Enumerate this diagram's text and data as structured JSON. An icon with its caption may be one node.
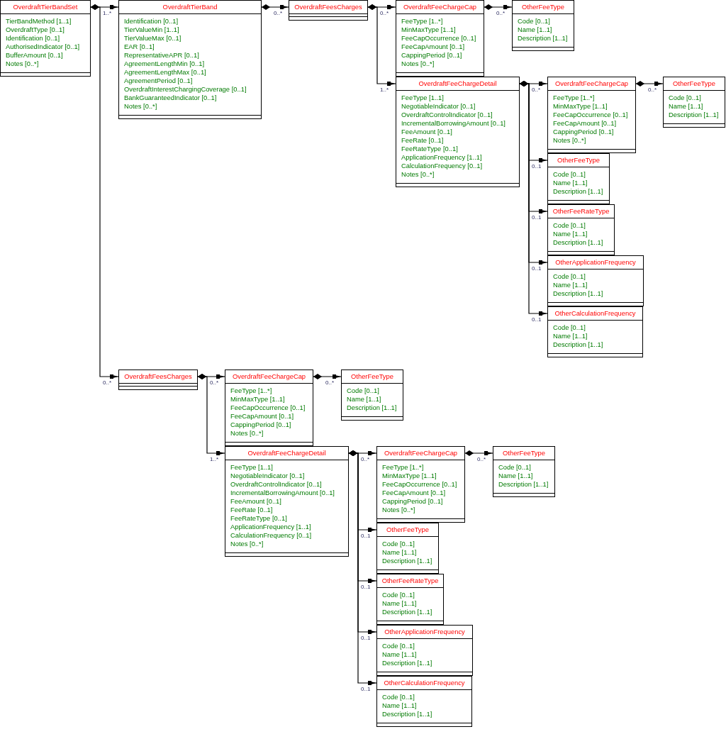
{
  "diagram": {
    "nodes": [
      {
        "text": [
          "OverdraftTierBandSet",
          "TierBandMethod [1..1]",
          "OverdraftType [0..1]",
          "Identification [0..1]",
          "AuthorisedIndicator [0..1]",
          "BufferAmount [0..1]",
          "Notes [0..*]"
        ]
      },
      {
        "text": [
          "OverdraftTierBand",
          "Identification [0..1]",
          "TierValueMin [1..1]",
          "TierValueMax [0..1]",
          "EAR [0..1]",
          "RepresentativeAPR [0..1]",
          "AgreementLengthMin [0..1]",
          "AgreementLengthMax [0..1]",
          "AgreementPeriod [0..1]",
          "OverdraftInterestChargingCoverage [0..1]",
          "BankGuaranteedIndicator [0..1]",
          "Notes [0..*]"
        ]
      },
      {
        "text": [
          "OverdraftFeesCharges"
        ]
      },
      {
        "text": [
          "OverdraftFeeChargeCap",
          "FeeType [1..*]",
          "MinMaxType [1..1]",
          "FeeCapOccurrence [0..1]",
          "FeeCapAmount [0..1]",
          "CappingPeriod [0..1]",
          "Notes [0..*]"
        ]
      },
      {
        "text": [
          "OtherFeeType",
          "Code [0..1]",
          "Name [1..1]",
          "Description [1..1]"
        ]
      },
      {
        "text": [
          "OverdraftFeeChargeDetail",
          "FeeType [1..1]",
          "NegotiableIndicator [0..1]",
          "OverdraftControlIndicator [0..1]",
          "IncrementalBorrowingAmount [0..1]",
          "FeeAmount [0..1]",
          "FeeRate [0..1]",
          "FeeRateType [0..1]",
          "ApplicationFrequency [1..1]",
          "CalculationFrequency [0..1]",
          "Notes [0..*]"
        ]
      },
      {
        "text": [
          "OverdraftFeeChargeCap",
          "FeeType [1..*]",
          "MinMaxType [1..1]",
          "FeeCapOccurrence [0..1]",
          "FeeCapAmount [0..1]",
          "CappingPeriod [0..1]",
          "Notes [0..*]"
        ]
      },
      {
        "text": [
          "OtherFeeType",
          "Code [0..1]",
          "Name [1..1]",
          "Description [1..1]"
        ]
      },
      {
        "text": [
          "OtherFeeType",
          "Code [0..1]",
          "Name [1..1]",
          "Description [1..1]"
        ]
      },
      {
        "text": [
          "OtherFeeRateType",
          "Code [0..1]",
          "Name [1..1]",
          "Description [1..1]"
        ]
      },
      {
        "text": [
          "OtherApplicationFrequency",
          "Code [0..1]",
          "Name [1..1]",
          "Description [1..1]"
        ]
      },
      {
        "text": [
          "OtherCalculationFrequency",
          "Code [0..1]",
          "Name [1..1]",
          "Description [1..1]"
        ]
      },
      {
        "text": [
          "OverdraftFeesCharges"
        ]
      },
      {
        "text": [
          "OverdraftFeeChargeCap",
          "FeeType [1..*]",
          "MinMaxType [1..1]",
          "FeeCapOccurrence [0..1]",
          "FeeCapAmount [0..1]",
          "CappingPeriod [0..1]",
          "Notes [0..*]"
        ]
      },
      {
        "text": [
          "OtherFeeType",
          "Code [0..1]",
          "Name [1..1]",
          "Description [1..1]"
        ]
      },
      {
        "text": [
          "OverdraftFeeChargeDetail",
          "FeeType [1..1]",
          "NegotiableIndicator [0..1]",
          "OverdraftControlIndicator [0..1]",
          "IncrementalBorrowingAmount [0..1]",
          "FeeAmount [0..1]",
          "FeeRate [0..1]",
          "FeeRateType [0..1]",
          "ApplicationFrequency [1..1]",
          "CalculationFrequency [0..1]",
          "Notes [0..*]"
        ]
      },
      {
        "text": [
          "OverdraftFeeChargeCap",
          "FeeType [1..*]",
          "MinMaxType [1..1]",
          "FeeCapOccurrence [0..1]",
          "FeeCapAmount [0..1]",
          "CappingPeriod [0..1]",
          "Notes [0..*]"
        ]
      },
      {
        "text": [
          "OtherFeeType",
          "Code [0..1]",
          "Name [1..1]",
          "Description [1..1]"
        ]
      },
      {
        "text": [
          "OtherFeeType",
          "Code [0..1]",
          "Name [1..1]",
          "Description [1..1]"
        ]
      },
      {
        "text": [
          "OtherFeeRateType",
          "Code [0..1]",
          "Name [1..1]",
          "Description [1..1]"
        ]
      },
      {
        "text": [
          "OtherApplicationFrequency",
          "Code [0..1]",
          "Name [1..1]",
          "Description [1..1]"
        ]
      },
      {
        "text": [
          "OtherCalculationFrequency",
          "Code [0..1]",
          "Name [1..1]",
          "Description [1..1]"
        ]
      }
    ],
    "edges": [
      {
        "from": 0,
        "to": 1,
        "arrow": "to",
        "label": "1..*"
      },
      {
        "from": 0,
        "to": 12,
        "arrow": "to",
        "label": "0..*"
      },
      {
        "from": 1,
        "to": 2,
        "arrow": "to",
        "label": "0..*"
      },
      {
        "from": 2,
        "to": 3,
        "arrow": "to",
        "label": "0..*"
      },
      {
        "from": 2,
        "to": 5,
        "arrow": "to",
        "label": "1..*"
      },
      {
        "from": 3,
        "to": 4,
        "arrow": "to",
        "label": "0..*"
      },
      {
        "from": 5,
        "to": 6,
        "arrow": "to",
        "label": "0..*"
      },
      {
        "from": 5,
        "to": 8,
        "arrow": "to",
        "label": "0..1"
      },
      {
        "from": 5,
        "to": 9,
        "arrow": "to",
        "label": "0..1"
      },
      {
        "from": 5,
        "to": 10,
        "arrow": "to",
        "label": "0..1"
      },
      {
        "from": 5,
        "to": 11,
        "arrow": "to",
        "label": "0..1"
      },
      {
        "from": 6,
        "to": 7,
        "arrow": "to",
        "label": "0..*"
      },
      {
        "from": 12,
        "to": 13,
        "arrow": "to",
        "label": "0..*"
      },
      {
        "from": 12,
        "to": 15,
        "arrow": "to",
        "label": "1..*"
      },
      {
        "from": 13,
        "to": 14,
        "arrow": "to",
        "label": "0..*"
      },
      {
        "from": 15,
        "to": 16,
        "arrow": "to",
        "label": "0..*"
      },
      {
        "from": 15,
        "to": 18,
        "arrow": "to",
        "label": "0..1"
      },
      {
        "from": 15,
        "to": 19,
        "arrow": "to",
        "label": "0..1"
      },
      {
        "from": 15,
        "to": 20,
        "arrow": "to",
        "label": "0..1"
      },
      {
        "from": 15,
        "to": 21,
        "arrow": "to",
        "label": "0..1"
      },
      {
        "from": 16,
        "to": 17,
        "arrow": "to",
        "label": "0..*"
      }
    ]
  }
}
